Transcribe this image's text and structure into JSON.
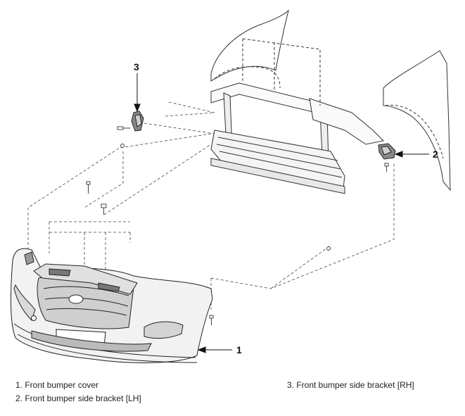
{
  "callouts": [
    {
      "number": "1",
      "part": "Front bumper cover"
    },
    {
      "number": "2",
      "part": "Front bumper side bracket [LH]"
    },
    {
      "number": "3",
      "part": "Front bumper side bracket [RH]"
    }
  ],
  "legend": {
    "item_1": "1. Front bumper cover",
    "item_2": "2. Front bumper side bracket [LH]",
    "item_3": "3. Front bumper side bracket [RH]"
  },
  "colors": {
    "line": "#333333",
    "shade": "#bfbfbf",
    "dark": "#555555"
  }
}
